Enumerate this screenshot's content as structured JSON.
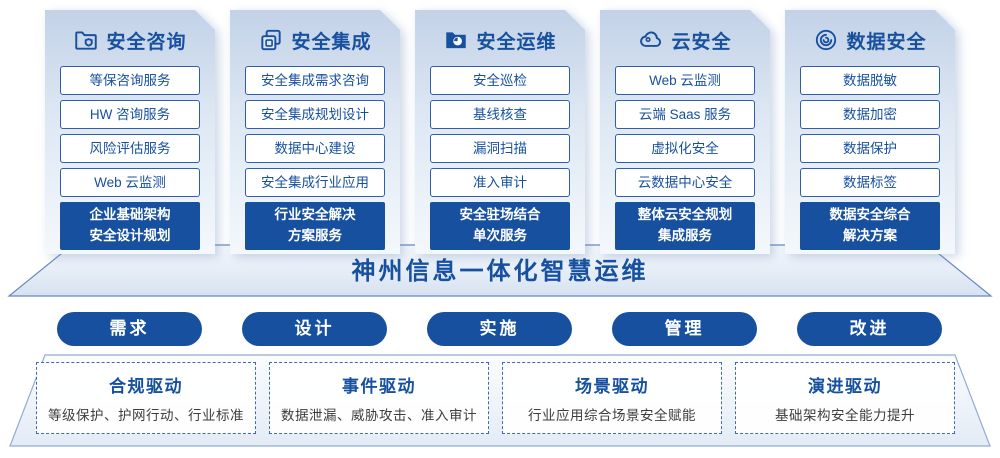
{
  "colors": {
    "primary": "#17509e",
    "item_border": "#2e5ea9",
    "panel_gradient_top": "#c3d2e8",
    "panel_gradient_bottom": "#f4f8fc",
    "driver_dash_border": "#3f6ab2",
    "banner_stroke": "#6688c0"
  },
  "columns": [
    {
      "title": "安全咨询",
      "icon": "folder-shield-icon",
      "items": [
        "等保咨询服务",
        "HW 咨询服务",
        "风险评估服务",
        "Web 云监测"
      ],
      "footer_lines": [
        "企业基础架构",
        "安全设计规划"
      ]
    },
    {
      "title": "安全集成",
      "icon": "copy-documents-icon",
      "items": [
        "安全集成需求咨询",
        "安全集成规划设计",
        "数据中心建设",
        "安全集成行业应用"
      ],
      "footer_lines": [
        "行业安全解决",
        "方案服务"
      ]
    },
    {
      "title": "安全运维",
      "icon": "folder-clock-icon",
      "items": [
        "安全巡检",
        "基线核查",
        "漏洞扫描",
        "准入审计"
      ],
      "footer_lines": [
        "安全驻场结合",
        "单次服务"
      ]
    },
    {
      "title": "云安全",
      "icon": "cloud-icon",
      "items": [
        "Web 云监测",
        "云端 Saas 服务",
        "虚拟化安全",
        "云数据中心安全"
      ],
      "footer_lines": [
        "整体云安全规划",
        "集成服务"
      ]
    },
    {
      "title": "数据安全",
      "icon": "data-whorl-icon",
      "items": [
        "数据脱敏",
        "数据加密",
        "数据保护",
        "数据标签"
      ],
      "footer_lines": [
        "数据安全综合",
        "解决方案"
      ]
    }
  ],
  "banner": {
    "title": "神州信息一体化智慧运维"
  },
  "process": {
    "pills": [
      "需求",
      "设计",
      "实施",
      "管理",
      "改进"
    ]
  },
  "drivers": [
    {
      "title": "合规驱动",
      "desc": "等级保护、护网行动、行业标准"
    },
    {
      "title": "事件驱动",
      "desc": "数据泄漏、威胁攻击、准入审计"
    },
    {
      "title": "场景驱动",
      "desc": "行业应用综合场景安全赋能"
    },
    {
      "title": "演进驱动",
      "desc": "基础架构安全能力提升"
    }
  ]
}
